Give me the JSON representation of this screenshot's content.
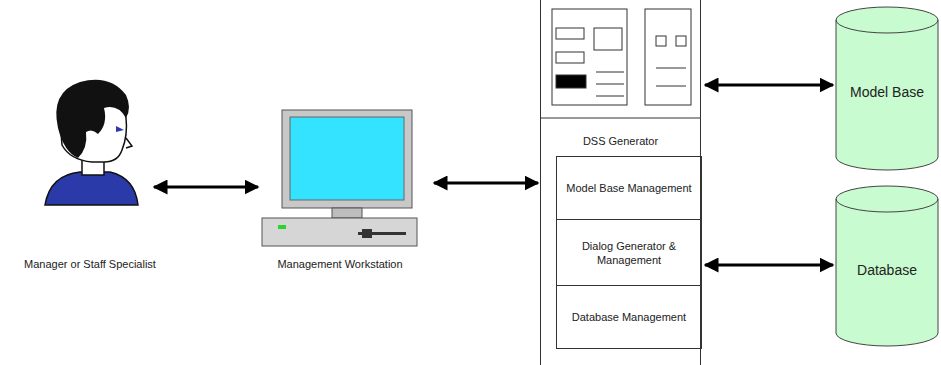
{
  "diagram": {
    "nodes": [
      {
        "text": [
          "Manager or Staff Specialist"
        ]
      },
      {
        "text": [
          "Management Workstation"
        ]
      },
      {
        "text": [
          "DSS Generator"
        ]
      },
      {
        "text": [
          "Model Base Management"
        ],
        "in": 2
      },
      {
        "text": [
          "Dialog Generator & Management"
        ],
        "in": 2
      },
      {
        "text": [
          "Database Management"
        ],
        "in": 2
      },
      {
        "text": [
          "Model Base"
        ]
      },
      {
        "text": [
          "Database"
        ]
      }
    ],
    "edges": [
      {
        "from": 0,
        "to": 1,
        "arrow": "both"
      },
      {
        "from": 1,
        "to": 2,
        "arrow": "both"
      },
      {
        "from": 2,
        "to": 6,
        "arrow": "both"
      },
      {
        "from": 2,
        "to": 7,
        "arrow": "both"
      }
    ]
  }
}
